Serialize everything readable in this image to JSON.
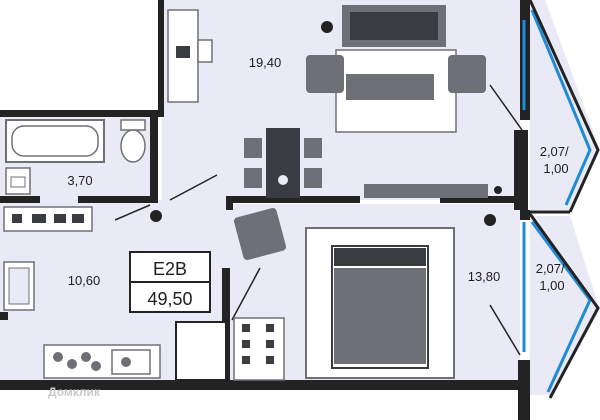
{
  "apartment": {
    "code": "E2B",
    "total_area": "49,50"
  },
  "rooms": {
    "living_room": "19,40",
    "bathroom": "3,70",
    "hallway": "10,60",
    "bedroom": "13,80",
    "balcony_top": "2,07/\n1,00",
    "balcony_bottom": "2,07/\n1,00"
  },
  "watermark": "Домклик",
  "colors": {
    "wall": "#232323",
    "floor": "#e9eaf6",
    "furniture": "#6f7077",
    "furniture_dark": "#3b3c42",
    "window": "#1f8bd6"
  }
}
